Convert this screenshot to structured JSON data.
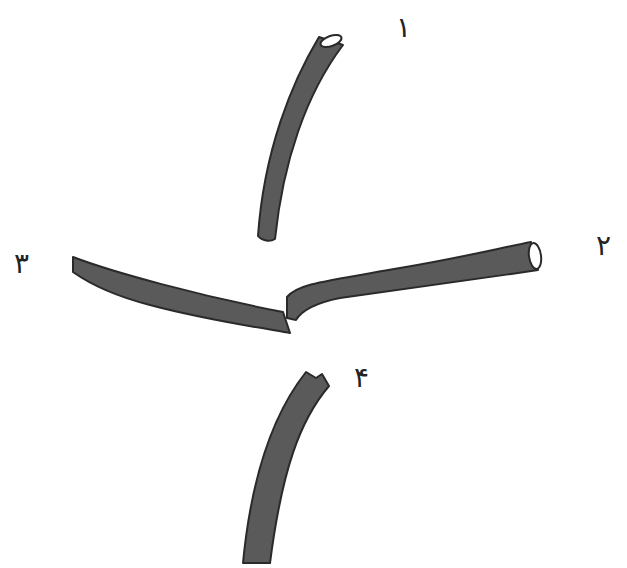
{
  "diagram": {
    "labels": [
      "۱",
      "۲",
      "۳",
      "۴"
    ]
  }
}
